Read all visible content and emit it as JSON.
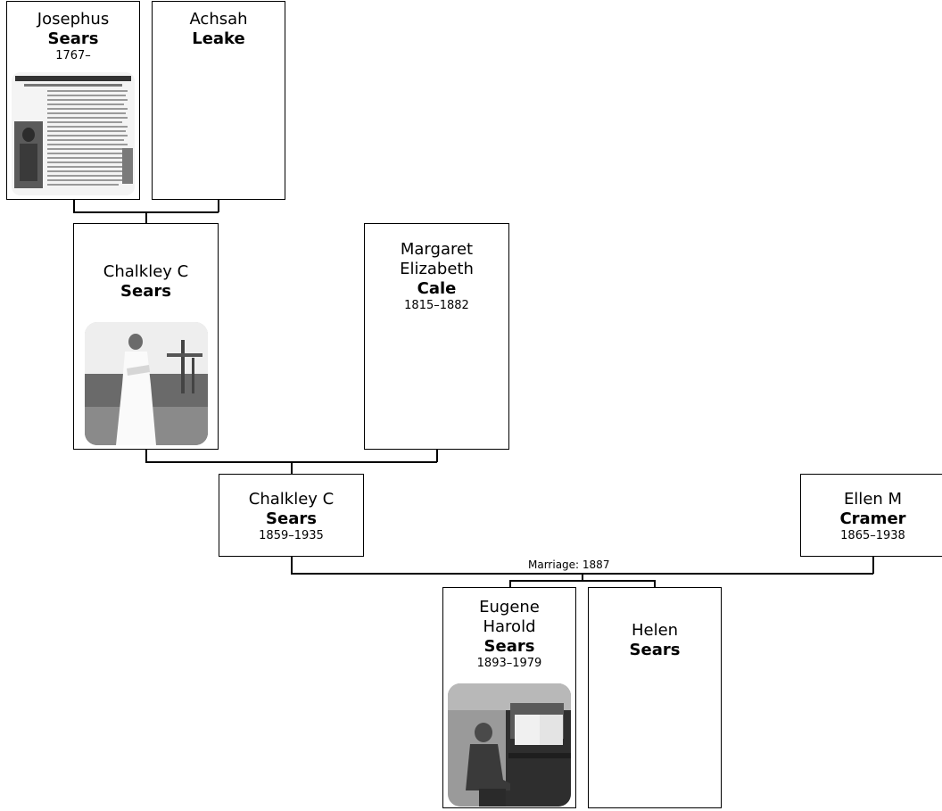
{
  "people": {
    "josephus": {
      "given": "Josephus",
      "surname": "Sears",
      "dates": "1767–",
      "photo": "newspaper-clipping-image"
    },
    "achsah": {
      "given": "Achsah",
      "surname": "Leake"
    },
    "chalkley_sr": {
      "given": "Chalkley C",
      "surname": "Sears",
      "photo": "man-standing-photo"
    },
    "margaret": {
      "given_line1": "Margaret",
      "given_line2": "Elizabeth",
      "surname": "Cale",
      "dates": "1815–1882"
    },
    "chalkley_jr": {
      "given": "Chalkley C",
      "surname": "Sears",
      "dates": "1859–1935"
    },
    "ellen": {
      "given": "Ellen M",
      "surname": "Cramer",
      "dates": "1865–1938"
    },
    "eugene": {
      "given_line1": "Eugene",
      "given_line2": "Harold",
      "surname": "Sears",
      "dates": "1893–1979",
      "photo": "man-at-piano-photo"
    },
    "helen": {
      "given": "Helen",
      "surname": "Sears"
    }
  },
  "marriage_label": "Marriage: 1887"
}
